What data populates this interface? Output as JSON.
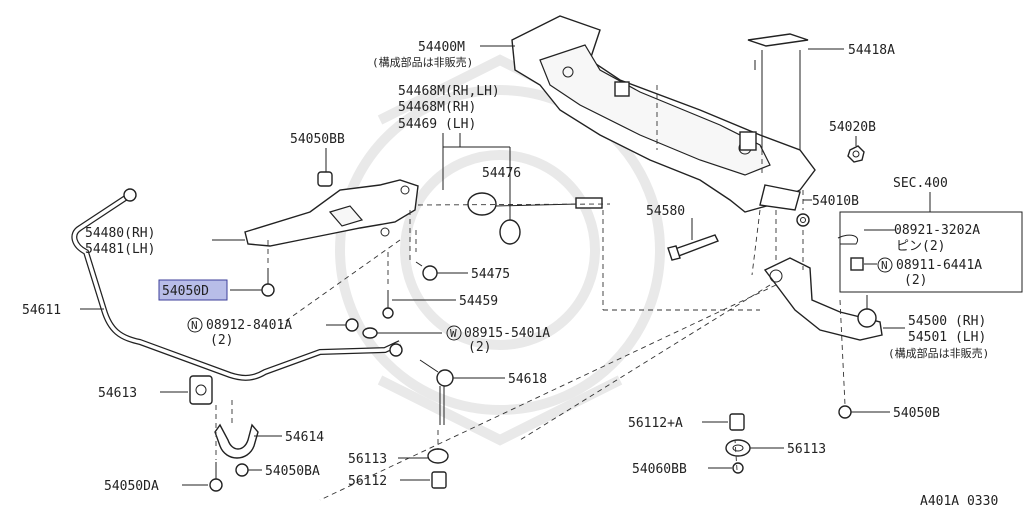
{
  "labels": {
    "p54400M": "54400M",
    "p54400M_note": "(構成部品は非販売)",
    "p54418A": "54418A",
    "p54468M_rhlh": "54468M(RH,LH)",
    "p54468M_rh": "54468M(RH)",
    "p54469": "54469 (LH)",
    "p54050BB": "54050BB",
    "p54476": "54476",
    "p54020B": "54020B",
    "sec400": "SEC.400",
    "p54010B": "54010B",
    "p54580": "54580",
    "p08921": "08921-3202A",
    "p08921_qty": "ピン(2)",
    "p08911": "08911-6441A",
    "p08911_qty": "(2)",
    "p54480": "54480(RH)",
    "p54481": "54481(LH)",
    "p54475": "54475",
    "p54050D": "54050D",
    "p54459": "54459",
    "p54611": "54611",
    "p08912": "08912-8401A",
    "p08912_qty": "(2)",
    "p08915": "08915-5401A",
    "p08915_qty": "(2)",
    "p54500": "54500 (RH)",
    "p54501": "54501 (LH)",
    "p54500_note": "(構成部品は非販売)",
    "p54618": "54618",
    "p54613": "54613",
    "p54614": "54614",
    "p56112A": "56112+A",
    "p54050B": "54050B",
    "p56113a": "56113",
    "p56113b": "56113",
    "p54060BB": "54060BB",
    "p54050DA": "54050DA",
    "p54050BA": "54050BA",
    "p56112": "56112",
    "figure_code": "A401A 0330"
  },
  "symbols": {
    "N": "N",
    "W": "W"
  },
  "highlight_color": "#b8bde8"
}
